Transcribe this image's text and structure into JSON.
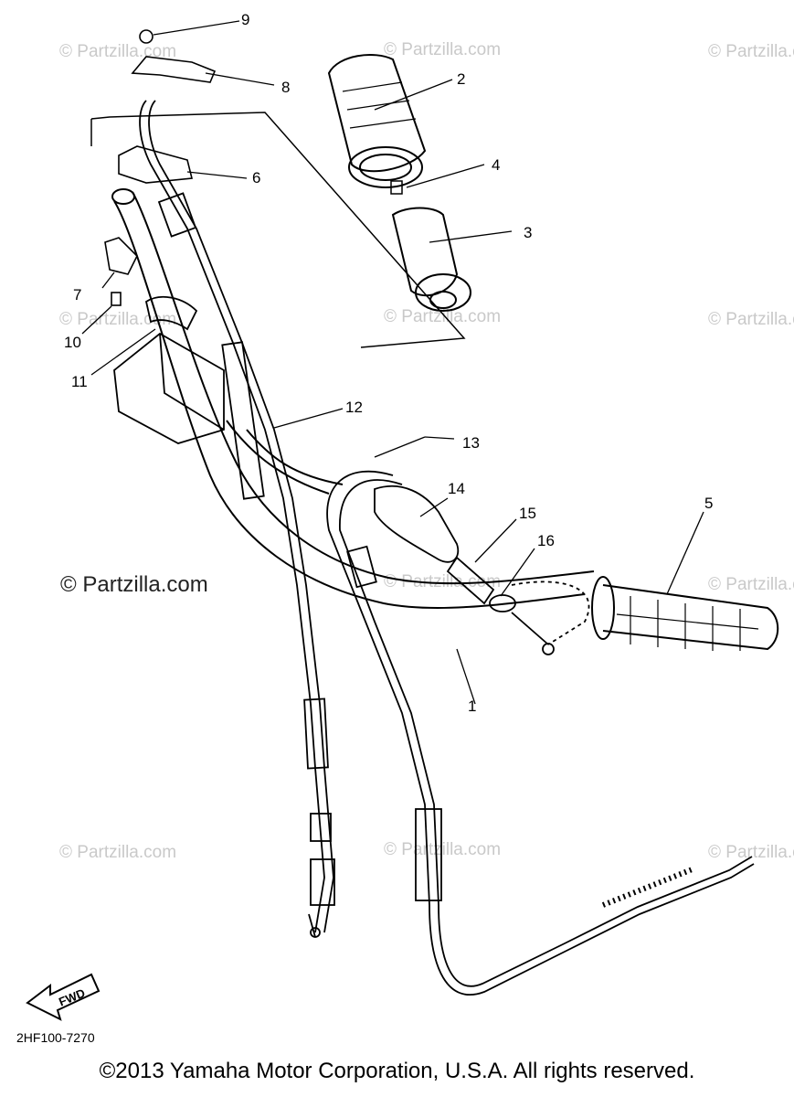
{
  "watermark": {
    "text": "© Partzilla.com",
    "main_text": "© Partzilla.com"
  },
  "callouts": {
    "c1": "1",
    "c2": "2",
    "c3": "3",
    "c4": "4",
    "c5": "5",
    "c6": "6",
    "c7": "7",
    "c8": "8",
    "c9": "9",
    "c10": "10",
    "c11": "11",
    "c12": "12",
    "c13": "13",
    "c14": "14",
    "c15": "15",
    "c16": "16"
  },
  "fwd_label": "FWD",
  "diagram_code": "2HF100-7270",
  "copyright": "©2013 Yamaha Motor Corporation, U.S.A. All rights reserved.",
  "colors": {
    "ink": "#000000",
    "watermark": "#c9c9c9"
  }
}
